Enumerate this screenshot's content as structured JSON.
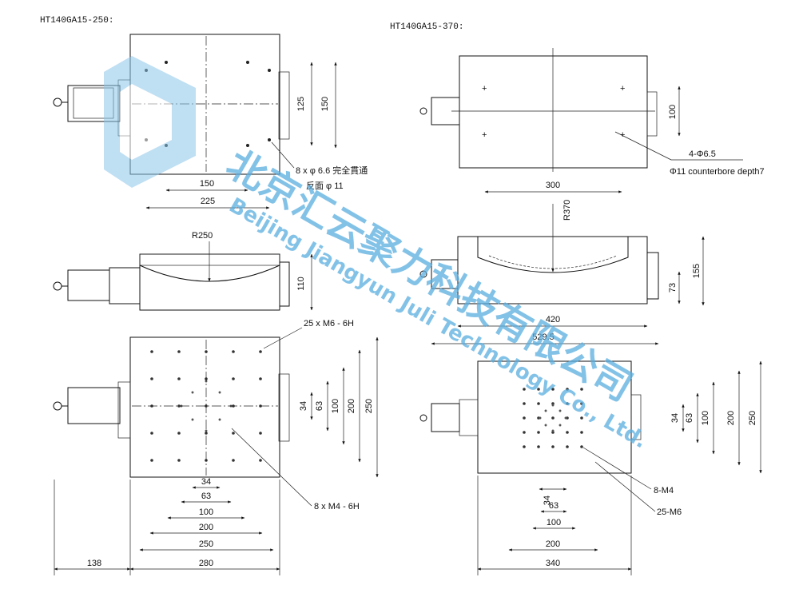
{
  "left": {
    "title": "HT140GA15-250:",
    "top_view": {
      "dim_125": "125",
      "dim_150": "150",
      "dim_150b": "150",
      "dim_225": "225",
      "note1": "8 x φ 6.6 完全貫通",
      "note2": "反面 φ 11"
    },
    "side_view": {
      "radius": "R250",
      "height": "110"
    },
    "bottom_view": {
      "tapped_holes": "25 x M6 - 6H",
      "small_holes": "8 x M4 - 6H",
      "v34": "34",
      "v63": "63",
      "v100": "100",
      "v200": "200",
      "v250": "250",
      "h34": "34",
      "h63": "63",
      "h100": "100",
      "h200": "200",
      "h250": "250",
      "h280": "280",
      "offset": "138"
    }
  },
  "right": {
    "title": "HT140GA15-370:",
    "top_view": {
      "dim_100": "100",
      "dim_300": "300",
      "note1": "4-Φ6.5",
      "note2": "Φ11 counterbore depth7"
    },
    "side_view": {
      "radius": "R370",
      "h155": "155",
      "h73": "73",
      "w420": "420",
      "w529": "529.5"
    },
    "bottom_view": {
      "m4": "8-M4",
      "m6": "25-M6",
      "v34": "34",
      "v63": "63",
      "v100": "100",
      "v200": "200",
      "v250": "250",
      "h34": "34",
      "h63": "63",
      "h100": "100",
      "h200": "200",
      "h340": "340"
    }
  },
  "watermark": {
    "cn": "北京汇云聚力科技有限公司",
    "en": "Beijing Jiangyun Juli Technology Co., Ltd."
  }
}
